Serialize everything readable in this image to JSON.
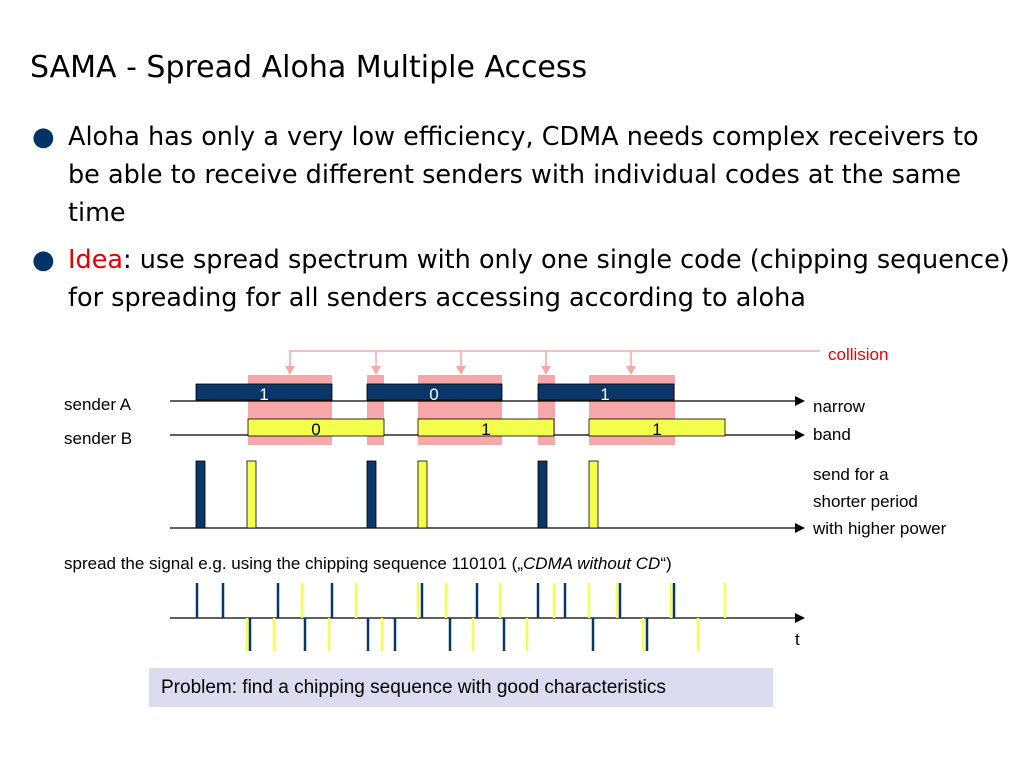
{
  "title": "SAMA - Spread Aloha Multiple Access",
  "bullets": [
    {
      "text": "Aloha has only a very low efficiency, CDMA needs complex receivers to be able to receive different senders with individual codes at the same time"
    },
    {
      "highlight": "Idea",
      "text": ": use spread spectrum with only one single code (chipping sequence) for spreading for all senders accessing according to aloha"
    }
  ],
  "colors": {
    "sender_a": "#0b3768",
    "sender_b": "#f2ff4d",
    "collision": "#f6a8a8",
    "collision_text": "#e60000",
    "problem_bg": "#dcdcf0",
    "bullet_icon": "#003366"
  },
  "labels": {
    "collision": "collision",
    "sender_a": "sender A",
    "sender_b": "sender B",
    "narrow_band": [
      "narrow",
      "band"
    ],
    "send_shorter": [
      "send for a",
      "shorter period",
      "with higher power"
    ],
    "spread_caption": {
      "prefix": "spread the signal e.g. using the chipping sequence 110101 („",
      "italic": "CDMA without CD",
      "suffix": "“)"
    },
    "time_axis": "t"
  },
  "sender_a_bits": [
    "1",
    "0",
    "1"
  ],
  "sender_b_bits": [
    "0",
    "1",
    "1"
  ],
  "problem": "Problem: find a chipping sequence with good characteristics"
}
